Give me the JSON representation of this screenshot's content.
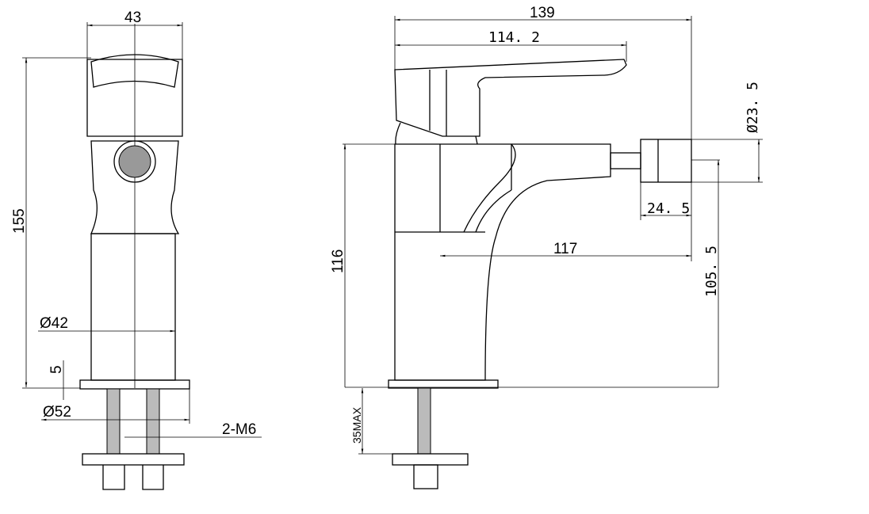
{
  "front_view": {
    "width_top": "43",
    "height_total": "155",
    "body_diameter": "Ø42",
    "base_thickness": "5",
    "base_diameter": "Ø52",
    "thread_spec": "2-M6"
  },
  "side_view": {
    "overall_length": "139",
    "handle_length": "114. 2",
    "outlet_diameter": "Ø23. 5",
    "outlet_length": "24. 5",
    "spout_reach": "117",
    "body_height": "116",
    "outlet_height": "105. 5",
    "max_deck_thickness": "35MAX"
  }
}
